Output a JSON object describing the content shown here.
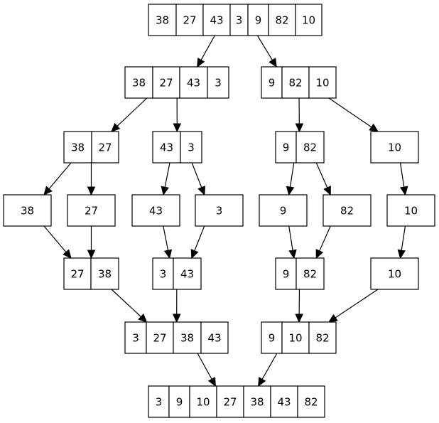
{
  "nodes": [
    {
      "id": "root",
      "cells": [
        "38",
        "27",
        "43",
        "3",
        "9",
        "82",
        "10"
      ]
    },
    {
      "id": "s1a",
      "cells": [
        "38",
        "27",
        "43",
        "3"
      ]
    },
    {
      "id": "s1b",
      "cells": [
        "9",
        "82",
        "10"
      ]
    },
    {
      "id": "s2a",
      "cells": [
        "38",
        "27"
      ]
    },
    {
      "id": "s2b",
      "cells": [
        "43",
        "3"
      ]
    },
    {
      "id": "s2c",
      "cells": [
        "9",
        "82"
      ]
    },
    {
      "id": "s2d",
      "cells": [
        "10"
      ]
    },
    {
      "id": "l1",
      "cells": [
        "38"
      ]
    },
    {
      "id": "l2",
      "cells": [
        "27"
      ]
    },
    {
      "id": "l3",
      "cells": [
        "43"
      ]
    },
    {
      "id": "l4",
      "cells": [
        "3"
      ]
    },
    {
      "id": "l5",
      "cells": [
        "9"
      ]
    },
    {
      "id": "l6",
      "cells": [
        "82"
      ]
    },
    {
      "id": "l7",
      "cells": [
        "10"
      ]
    },
    {
      "id": "m1a",
      "cells": [
        "27",
        "38"
      ]
    },
    {
      "id": "m1b",
      "cells": [
        "3",
        "43"
      ]
    },
    {
      "id": "m1c",
      "cells": [
        "9",
        "82"
      ]
    },
    {
      "id": "m1d",
      "cells": [
        "10"
      ]
    },
    {
      "id": "m2a",
      "cells": [
        "3",
        "27",
        "38",
        "43"
      ]
    },
    {
      "id": "m2b",
      "cells": [
        "9",
        "10",
        "82"
      ]
    },
    {
      "id": "final",
      "cells": [
        "3",
        "9",
        "10",
        "27",
        "38",
        "43",
        "82"
      ]
    }
  ],
  "edges": [
    [
      "root",
      "s1a"
    ],
    [
      "root",
      "s1b"
    ],
    [
      "s1a",
      "s2a"
    ],
    [
      "s1a",
      "s2b"
    ],
    [
      "s1b",
      "s2c"
    ],
    [
      "s1b",
      "s2d"
    ],
    [
      "s2a",
      "l1"
    ],
    [
      "s2a",
      "l2"
    ],
    [
      "s2b",
      "l3"
    ],
    [
      "s2b",
      "l4"
    ],
    [
      "s2c",
      "l5"
    ],
    [
      "s2c",
      "l6"
    ],
    [
      "s2d",
      "l7"
    ],
    [
      "l1",
      "m1a"
    ],
    [
      "l2",
      "m1a"
    ],
    [
      "l3",
      "m1b"
    ],
    [
      "l4",
      "m1b"
    ],
    [
      "l5",
      "m1c"
    ],
    [
      "l6",
      "m1c"
    ],
    [
      "l7",
      "m1d"
    ],
    [
      "m1a",
      "m2a"
    ],
    [
      "m1b",
      "m2a"
    ],
    [
      "m1c",
      "m2b"
    ],
    [
      "m1d",
      "m2b"
    ],
    [
      "m2a",
      "final"
    ],
    [
      "m2b",
      "final"
    ]
  ]
}
